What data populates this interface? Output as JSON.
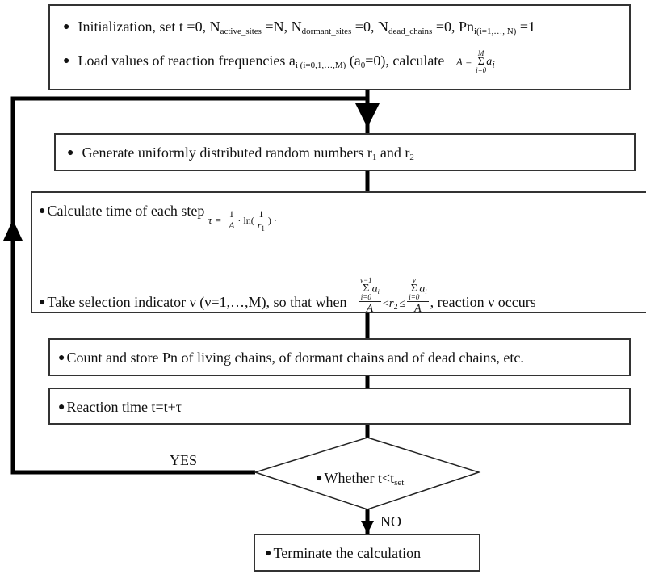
{
  "diagram": {
    "type": "flowchart",
    "colors": {
      "line": "#000000",
      "box_border": "#333333",
      "text": "#111111",
      "background": "#ffffff"
    },
    "init_box": {
      "line1": {
        "prefix": "Initialization, set t =0, N",
        "sub1": "active_sites",
        "mid1": " =N, N",
        "sub2": "dormant_sites",
        "mid2": " =0, N",
        "sub3": "dead_chains",
        "mid3": " =0, Pn",
        "sub4": "i(i=1,…, N)",
        "suffix": " =1"
      },
      "line2": {
        "prefix": "Load values of reaction frequencies a",
        "sub1": "i (i=0,1,…,M)",
        "mid1": " (a",
        "sub2": "0",
        "mid2": "=0), calculate",
        "formula_lhs": "A =",
        "sum_upper": "M",
        "sum_lower": "i=0",
        "sum_term": "a",
        "sum_term_sub": "i"
      }
    },
    "generate_box": {
      "prefix": "Generate uniformly distributed random numbers r",
      "sub1": "1",
      "mid": " and r",
      "sub2": "2"
    },
    "calc_box": {
      "line1": {
        "prefix": "Calculate time of each step",
        "formula_lhs": "τ =",
        "frac1_num": "1",
        "frac1_den": "A",
        "ln": "· ln(",
        "frac2_num": "1",
        "frac2_den": "r",
        "frac2_den_sub": "1",
        "close": ") ·"
      },
      "line2": {
        "prefix": "Take selection indicator ν (ν=1,…,M), so that when",
        "sumA_upper": "ν−1",
        "sumA_lower": "i=0",
        "sum_term": "a",
        "sum_term_sub": "i",
        "den": "A",
        "lt": "<",
        "r": "r",
        "r_sub": "2",
        "le": "≤",
        "sumB_upper": "ν",
        "sumB_lower": "i=0",
        "suffix": ", reaction ν occurs"
      }
    },
    "count_box": {
      "text": "Count and store Pn of living chains, of dormant chains and of dead chains, etc."
    },
    "reaction_box": {
      "text": "Reaction time t=t+τ"
    },
    "decision": {
      "prefix": "Whether t<t",
      "sub": "set"
    },
    "yes_label": "YES",
    "no_label": "NO",
    "terminate_box": {
      "text": "Terminate the calculation"
    }
  }
}
